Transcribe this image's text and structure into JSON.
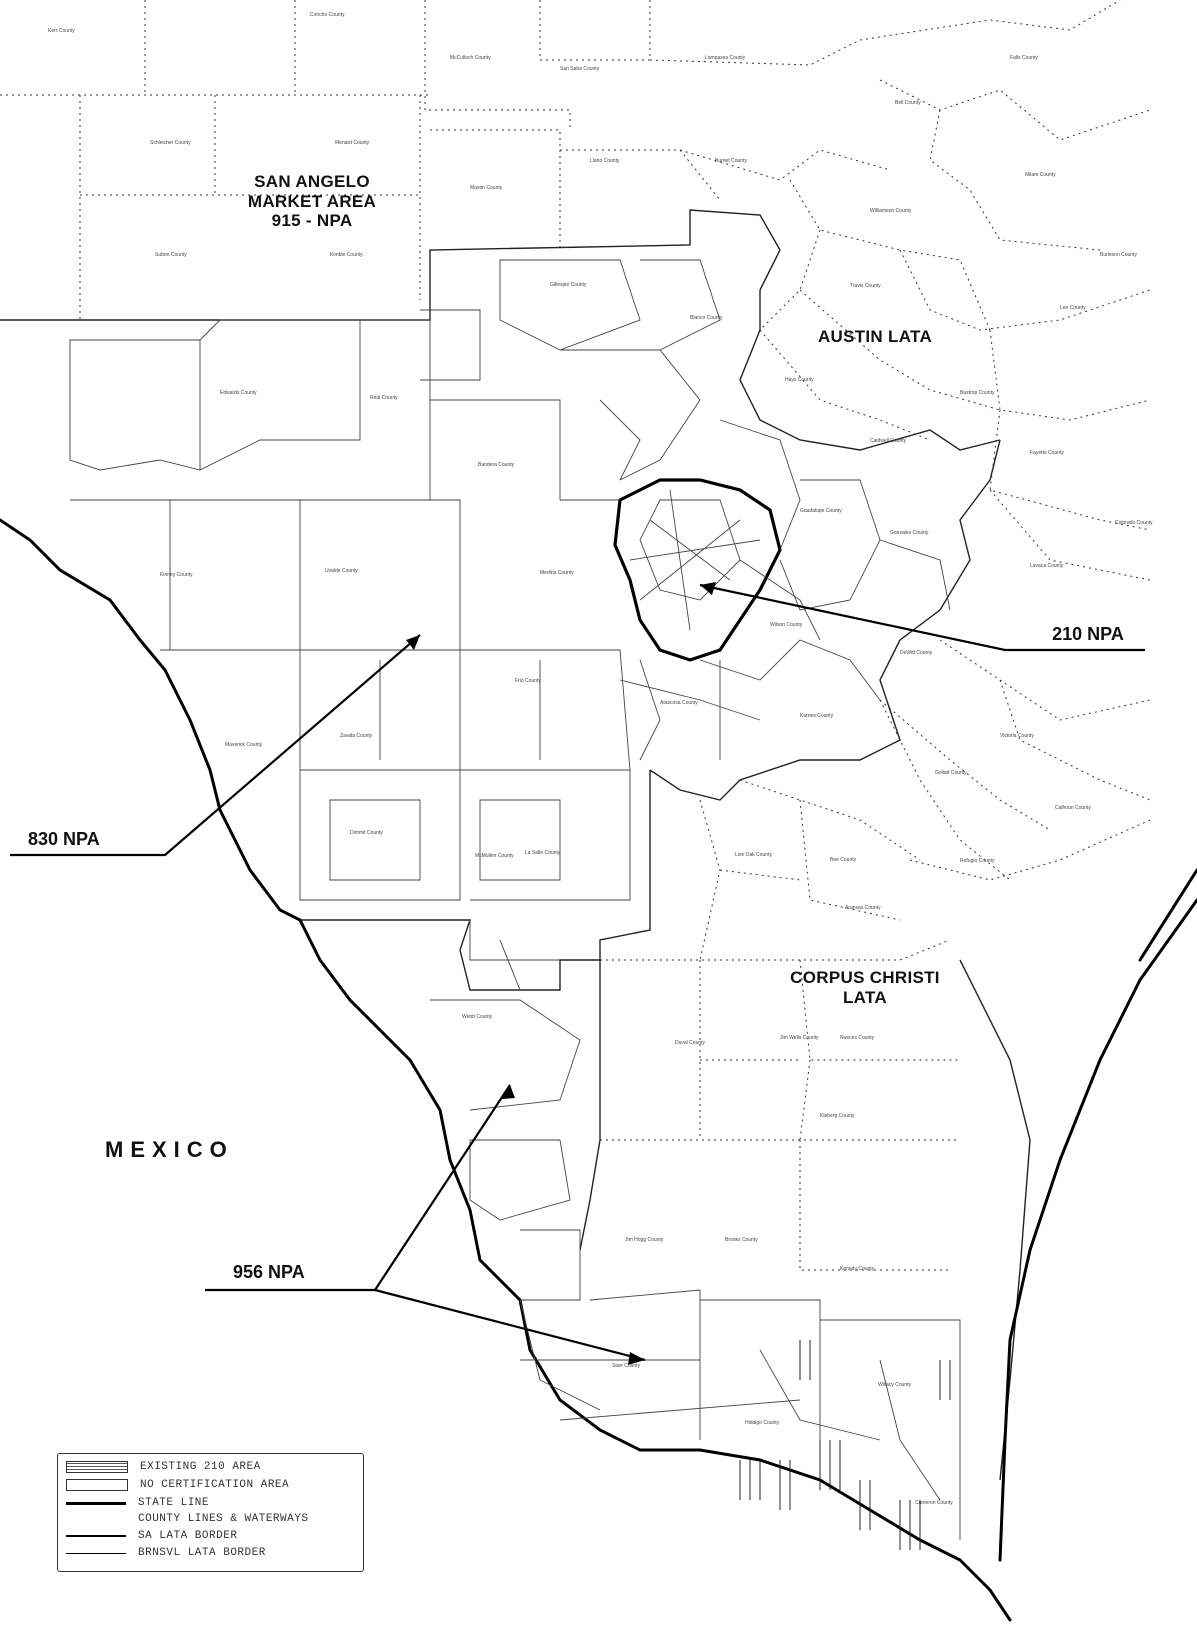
{
  "region_labels": {
    "san_angelo": "SAN ANGELO\nMARKET AREA\n915 - NPA",
    "austin": "AUSTIN LATA",
    "corpus": "CORPUS CHRISTI\nLATA",
    "mexico": "MEXICO"
  },
  "npa_labels": {
    "npa210": "210 NPA",
    "npa830": "830 NPA",
    "npa956": "956 NPA"
  },
  "county_labels": [
    "Kerr County",
    "Concho County",
    "McCulloch County",
    "San Saba County",
    "Lampasas County",
    "Falls County",
    "Bell County",
    "Schleicher County",
    "Menard County",
    "Mason County",
    "Llano County",
    "Burnet County",
    "Milam County",
    "Williamson County",
    "Sutton County",
    "Kimble County",
    "Travis County",
    "Burleson County",
    "Gillespie County",
    "Blanco County",
    "Lee County",
    "Bastrop County",
    "Edwards County",
    "Real County",
    "Hays County",
    "Caldwell County",
    "Fayette County",
    "Bandera County",
    "Guadalupe County",
    "Gonzales County",
    "Colorado County",
    "Uvalde County",
    "Medina County",
    "Lavaca County",
    "Kinney County",
    "Zavala County",
    "Frio County",
    "Atascosa County",
    "Wilson County",
    "Karnes County",
    "DeWitt County",
    "Maverick County",
    "Dimmit County",
    "La Salle County",
    "McMullen County",
    "Live Oak County",
    "Bee County",
    "Goliad County",
    "Victoria County",
    "Calhoun County",
    "Refugio County",
    "Aransas County",
    "Webb County",
    "Duval County",
    "Jim Wells County",
    "Nueces County",
    "Kleberg County",
    "Jim Hogg County",
    "Brooks County",
    "Kenedy County",
    "Starr County",
    "Hidalgo County",
    "Willacy County",
    "Cameron County"
  ],
  "legend": [
    {
      "text": "EXISTING 210 AREA",
      "symbol": "hatch-box"
    },
    {
      "text": "NO CERTIFICATION AREA",
      "symbol": "open-box"
    },
    {
      "text": "STATE LINE",
      "symbol": "thick-line"
    },
    {
      "text": "COUNTY LINES & WATERWAYS",
      "symbol": "none"
    },
    {
      "text": "SA LATA BORDER",
      "symbol": "medium-line"
    },
    {
      "text": "BRNSVL LATA BORDER",
      "symbol": "thin-line"
    }
  ],
  "colors": {
    "ink": "#111111",
    "paper": "#ffffff",
    "faint": "#555555"
  }
}
